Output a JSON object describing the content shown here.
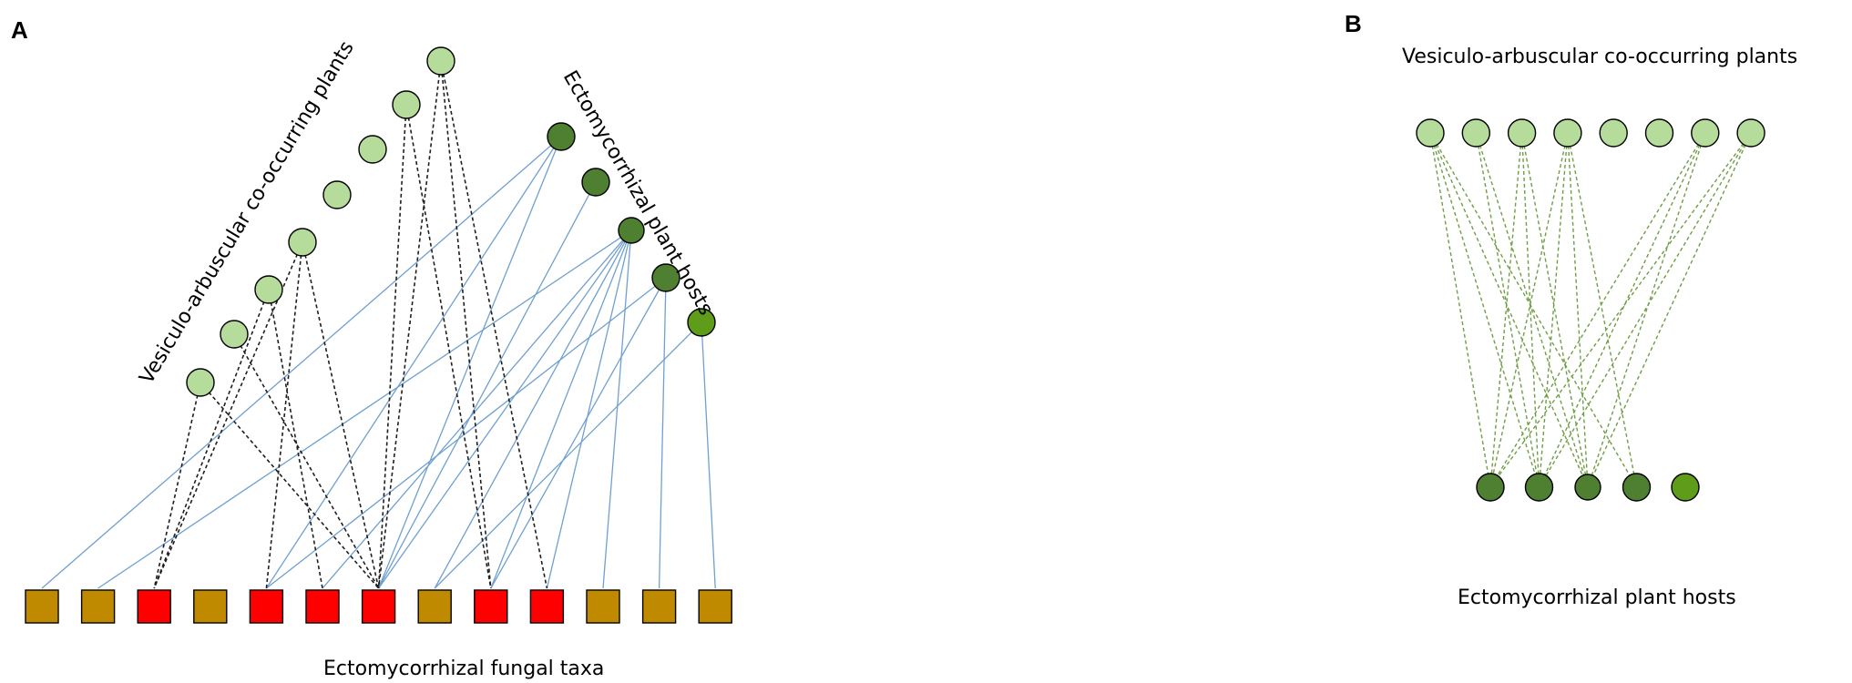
{
  "colors": {
    "vam_plant": "#b5dc9a",
    "ecm_plant": "#4f7f31",
    "ecm_plant_alt": "#5f9c1a",
    "fungus_red": "#ff0000",
    "fungus_gold": "#c08a00",
    "vam_edge": "#1f1f1f",
    "ecm_edge": "#6fa0d0",
    "panel_b_edge": "#6f9e45"
  },
  "panel_a": {
    "letter": "A",
    "vam_label": "Vesiculo-arbuscular co-occurring plants",
    "ecm_label": "Ectomycorrhizal plant hosts",
    "fungi_label": "Ectomycorrhizal fungal taxa",
    "vam_nodes": [
      {
        "id": "v1"
      },
      {
        "id": "v2"
      },
      {
        "id": "v3"
      },
      {
        "id": "v4"
      },
      {
        "id": "v5"
      },
      {
        "id": "v6"
      },
      {
        "id": "v7"
      },
      {
        "id": "v8"
      }
    ],
    "ecm_nodes": [
      {
        "id": "e1",
        "variant": "dark"
      },
      {
        "id": "e2",
        "variant": "dark"
      },
      {
        "id": "e3",
        "variant": "dark",
        "highlight": true
      },
      {
        "id": "e4",
        "variant": "dark"
      },
      {
        "id": "e5",
        "variant": "bright"
      }
    ],
    "fungi": [
      {
        "id": "f1",
        "group": "gold"
      },
      {
        "id": "f2",
        "group": "gold"
      },
      {
        "id": "f3",
        "group": "red"
      },
      {
        "id": "f4",
        "group": "gold"
      },
      {
        "id": "f5",
        "group": "red"
      },
      {
        "id": "f6",
        "group": "red"
      },
      {
        "id": "f7",
        "group": "red",
        "highlight": true
      },
      {
        "id": "f8",
        "group": "gold"
      },
      {
        "id": "f9",
        "group": "red"
      },
      {
        "id": "f10",
        "group": "red"
      },
      {
        "id": "f11",
        "group": "gold"
      },
      {
        "id": "f12",
        "group": "gold"
      },
      {
        "id": "f13",
        "group": "gold"
      }
    ],
    "vam_links": [
      [
        "v1",
        "f3"
      ],
      [
        "v1",
        "f7"
      ],
      [
        "v2",
        "f7"
      ],
      [
        "v3",
        "f3"
      ],
      [
        "v3",
        "f6"
      ],
      [
        "v4",
        "f3"
      ],
      [
        "v4",
        "f7"
      ],
      [
        "v4",
        "f5"
      ],
      [
        "v7",
        "f7"
      ],
      [
        "v7",
        "f9"
      ],
      [
        "v8",
        "f7"
      ],
      [
        "v8",
        "f9"
      ],
      [
        "v8",
        "f10"
      ]
    ],
    "ecm_links": [
      [
        "e1",
        "f1"
      ],
      [
        "e1",
        "f5"
      ],
      [
        "e1",
        "f7"
      ],
      [
        "e2",
        "f7"
      ],
      [
        "e3",
        "f2"
      ],
      [
        "e3",
        "f6"
      ],
      [
        "e3",
        "f7"
      ],
      [
        "e3",
        "f8"
      ],
      [
        "e3",
        "f9"
      ],
      [
        "e3",
        "f10"
      ],
      [
        "e3",
        "f11"
      ],
      [
        "e4",
        "f5"
      ],
      [
        "e4",
        "f9"
      ],
      [
        "e4",
        "f12"
      ],
      [
        "e5",
        "f8"
      ],
      [
        "e5",
        "f13"
      ]
    ]
  },
  "panel_b": {
    "letter": "B",
    "vam_label": "Vesiculo-arbuscular co-occurring plants",
    "ecm_label": "Ectomycorrhizal plant hosts",
    "vam_nodes": [
      {
        "id": "b1"
      },
      {
        "id": "b2"
      },
      {
        "id": "b3"
      },
      {
        "id": "b4"
      },
      {
        "id": "b5"
      },
      {
        "id": "b6"
      },
      {
        "id": "b7"
      },
      {
        "id": "b8"
      }
    ],
    "ecm_nodes": [
      {
        "id": "c1",
        "variant": "dark"
      },
      {
        "id": "c2",
        "variant": "dark"
      },
      {
        "id": "c3",
        "variant": "dark",
        "highlight": true
      },
      {
        "id": "c4",
        "variant": "dark"
      },
      {
        "id": "c5",
        "variant": "bright"
      }
    ],
    "links": [
      [
        "b1",
        "c1"
      ],
      [
        "b1",
        "c2"
      ],
      [
        "b1",
        "c3"
      ],
      [
        "b1",
        "c4"
      ],
      [
        "b2",
        "c2"
      ],
      [
        "b2",
        "c3"
      ],
      [
        "b3",
        "c1"
      ],
      [
        "b3",
        "c2"
      ],
      [
        "b3",
        "c3"
      ],
      [
        "b4",
        "c1"
      ],
      [
        "b4",
        "c2"
      ],
      [
        "b4",
        "c3"
      ],
      [
        "b4",
        "c4"
      ],
      [
        "b7",
        "c1"
      ],
      [
        "b7",
        "c2"
      ],
      [
        "b7",
        "c3"
      ],
      [
        "b8",
        "c1"
      ],
      [
        "b8",
        "c2"
      ],
      [
        "b8",
        "c3"
      ]
    ]
  }
}
